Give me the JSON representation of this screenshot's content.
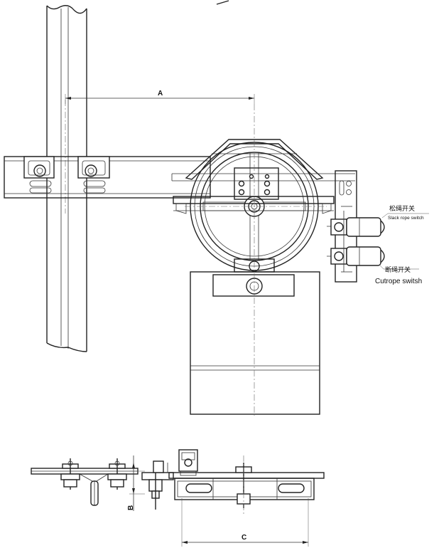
{
  "dimensions": {
    "a": "A",
    "b": "B",
    "c": "C"
  },
  "labels": {
    "slack_cn": "松绳开关",
    "slack_en": "Slack rope switch",
    "cut_cn": "断绳开关",
    "cut_en": "Cutrope switsh"
  },
  "colors": {
    "line": "#222222",
    "background": "#ffffff"
  }
}
